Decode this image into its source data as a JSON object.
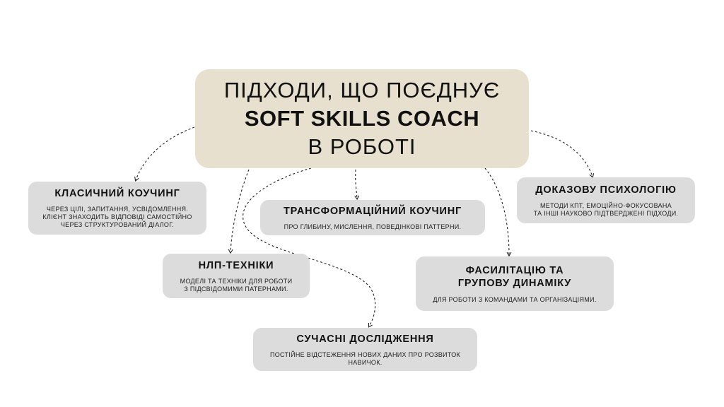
{
  "main": {
    "line1": "ПІДХОДИ, ЩО ПОЄДНУЄ",
    "line2": "SOFT SKILLS COACH",
    "line3": "В РОБОТІ",
    "color": "#e7e0cf"
  },
  "nodes": {
    "classic": {
      "title": "КЛАСИЧНИЙ КОУЧИНГ",
      "desc1": "ЧЕРЕЗ ЦІЛІ, ЗАПИТАННЯ, УСВІДОМЛЕННЯ.",
      "desc2": "КЛІЄНТ ЗНАХОДИТЬ ВІДПОВІДІ САМОСТІЙНО",
      "desc3": "ЧЕРЕЗ СТРУКТУРОВАНИЙ ДІАЛОГ."
    },
    "transform": {
      "title": "ТРАНСФОРМАЦІЙНИЙ КОУЧИНГ",
      "desc1": "ПРО ГЛИБИНУ, МИСЛЕННЯ, ПОВЕДІНКОВІ ПАТТЕРНИ."
    },
    "evidence": {
      "title": "ДОКАЗОВУ ПСИХОЛОГІЮ",
      "desc1": "МЕТОДИ КПТ, ЕМОЦІЙНО-ФОКУСОВАНА",
      "desc2": "ТА ІНШІ НАУКОВО ПІДТВЕРДЖЕНІ ПІДХОДИ."
    },
    "nlp": {
      "title": "НЛП-ТЕХНІКИ",
      "desc1": "МОДЕЛІ ТА ТЕХНІКИ ДЛЯ РОБОТИ",
      "desc2": "З ПІДСВІДОМИМИ ПАТЕРНАМИ."
    },
    "facil": {
      "title1": "ФАСИЛІТАЦІЮ ТА",
      "title2": "ГРУПОВУ ДИНАМІКУ",
      "desc1": "ДЛЯ РОБОТИ З КОМАНДАМИ ТА ОРГАНІЗАЦІЯМИ."
    },
    "research": {
      "title": "СУЧАСНІ ДОСЛІДЖЕННЯ",
      "desc1": "ПОСТІЙНЕ ВІДСТЕЖЕННЯ НОВИХ ДАНИХ ПРО РОЗВИТОК",
      "desc2": "НАВИЧОК."
    }
  },
  "colors": {
    "node_bg": "#dcdcdc",
    "connector": "#222222",
    "text": "#111111"
  }
}
